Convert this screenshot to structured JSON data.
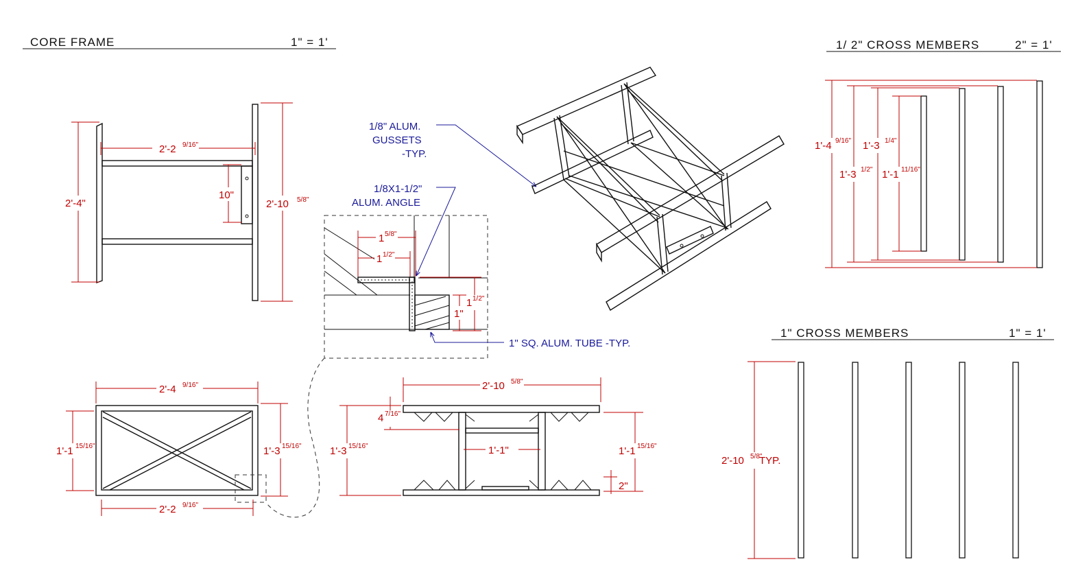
{
  "headers": {
    "core_frame": "CORE FRAME",
    "core_frame_scale": "1\" = 1'",
    "half_cross": "1/ 2\" CROSS MEMBERS",
    "half_cross_scale": "2\" = 1'",
    "one_cross": "1\" CROSS MEMBERS",
    "one_cross_scale": "1\" = 1'"
  },
  "core_side": {
    "width": "2'-2",
    "width_frac": "9/16\"",
    "height": "2'-4\"",
    "gusset": "10\"",
    "right_height": "2'-10",
    "right_height_frac": "5/8\""
  },
  "core_plan": {
    "top": "2'-4",
    "top_frac": "9/16\"",
    "bottom": "2'-2",
    "bottom_frac": "9/16\"",
    "left": "1'-1",
    "left_frac": "15/16\"",
    "right": "1'-3",
    "right_frac": "15/16\""
  },
  "core_elev": {
    "top": "2'-10",
    "top_frac": "5/8\"",
    "gusset": "4",
    "gusset_frac": "7/16\"",
    "left": "1'-3",
    "left_frac": "15/16\"",
    "inner": "1'-1\"",
    "right": "1'-1",
    "right_frac": "15/16\"",
    "bottom_right": "2\""
  },
  "detail": {
    "d1": "1",
    "d1_frac": "5/8\"",
    "d2": "1",
    "d2_frac": "1/2\"",
    "d3": "1",
    "d3_frac": "1/2\"",
    "d4": "1\""
  },
  "notes": {
    "gussets_1": "1/8\" ALUM.",
    "gussets_2": "GUSSETS",
    "gussets_3": "-TYP.",
    "angle_1": "1/8X1-1/2\"",
    "angle_2": "ALUM. ANGLE",
    "tube": "1\" SQ. ALUM. TUBE -TYP."
  },
  "half_members": {
    "d1": "1'-4",
    "d1_frac": "9/16\"",
    "d2": "1'-3",
    "d2_frac": "1/4\"",
    "d3": "1'-3",
    "d3_frac": "1/2\"",
    "d4": "1'-1",
    "d4_frac": "11/16\""
  },
  "one_members": {
    "length": "2'-10",
    "length_frac": "5/8\"",
    "length_suffix": " TYP."
  }
}
